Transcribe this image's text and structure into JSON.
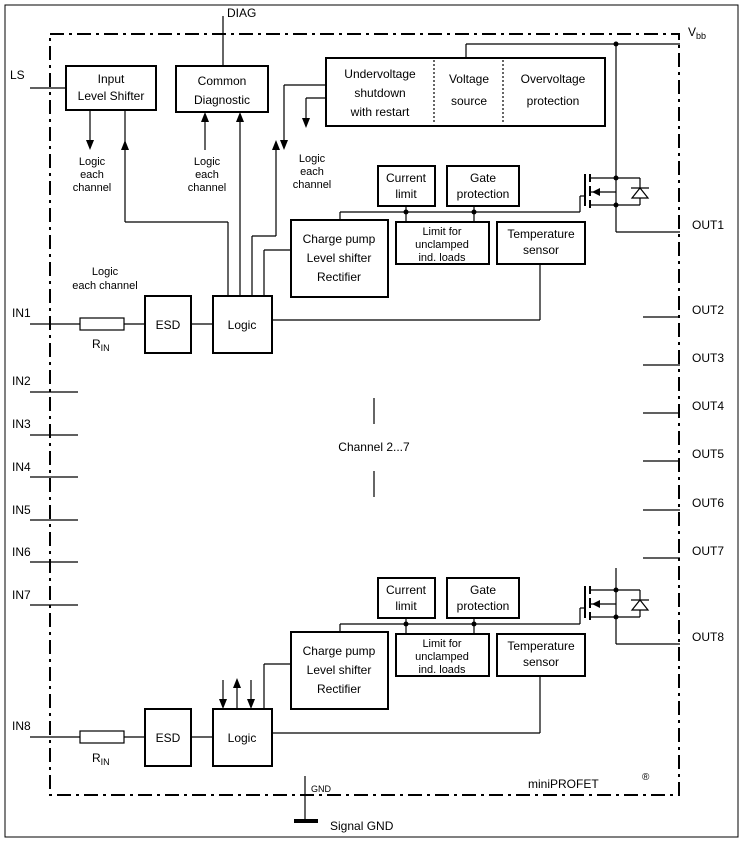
{
  "pins": {
    "diag": "DIAG",
    "vbb": "V",
    "vbb_sub": "bb",
    "ls": "LS",
    "gnd": "GND",
    "signal_gnd": "Signal GND"
  },
  "inputs": [
    "IN1",
    "IN2",
    "IN3",
    "IN4",
    "IN5",
    "IN6",
    "IN7",
    "IN8"
  ],
  "outputs": [
    "OUT1",
    "OUT2",
    "OUT3",
    "OUT4",
    "OUT5",
    "OUT6",
    "OUT7",
    "OUT8"
  ],
  "blocks": {
    "input_level_shifter": [
      "Input",
      "Level Shifter"
    ],
    "common_diagnostic": [
      "Common",
      "Diagnostic"
    ],
    "undervoltage": [
      "Undervoltage",
      "shutdown",
      "with restart"
    ],
    "voltage_source": [
      "Voltage",
      "source"
    ],
    "overvoltage": [
      "Overvoltage",
      "protection"
    ],
    "current_limit": [
      "Current",
      "limit"
    ],
    "gate_protection": [
      "Gate",
      "protection"
    ],
    "limit_unclamped": [
      "Limit for",
      "unclamped",
      "ind. loads"
    ],
    "temperature_sensor": [
      "Temperature",
      "sensor"
    ],
    "charge_pump": [
      "Charge pump",
      "Level shifter",
      "Rectifier"
    ],
    "esd": "ESD",
    "logic": "Logic"
  },
  "annotations": {
    "logic_each_channel": [
      "Logic",
      "each",
      "channel"
    ],
    "logic_each_channel_inline": [
      "Logic",
      "each channel"
    ],
    "rin": "R",
    "rin_sub": "IN",
    "channel_range": "Channel 2...7",
    "brand": "miniPROFET",
    "registered": "®"
  }
}
